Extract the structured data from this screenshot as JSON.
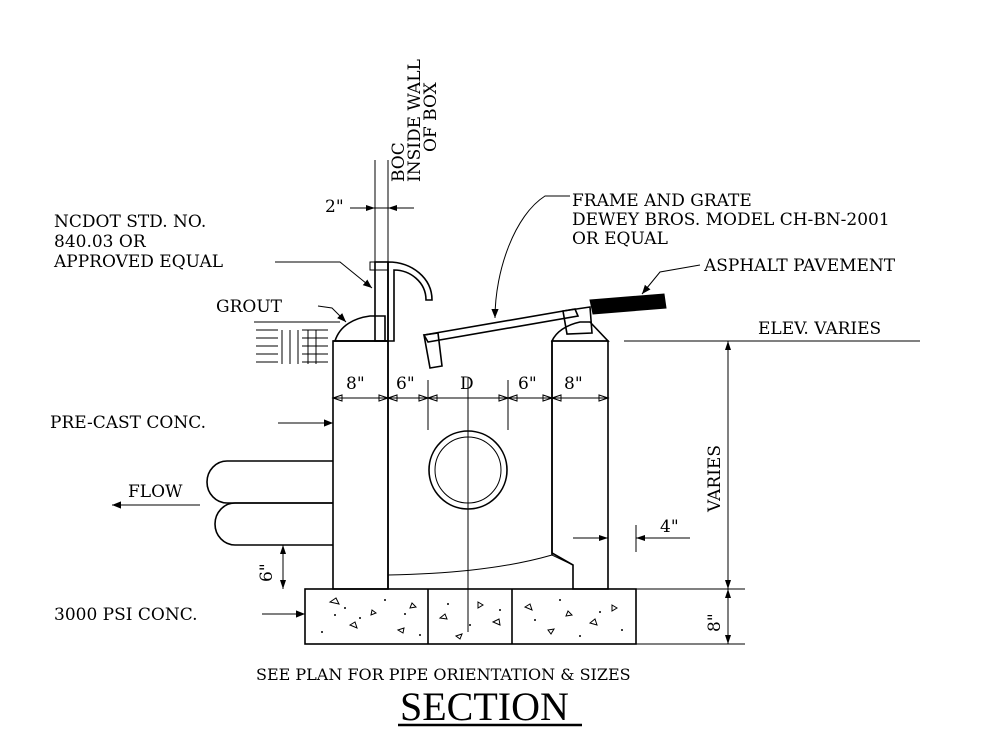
{
  "labels": {
    "boc": "BOC",
    "inside_wall": "INSIDE WALL",
    "of_box": "OF BOX",
    "curb_offset": "2\"",
    "ncdot_line1": "NCDOT STD. NO.",
    "ncdot_line2": "840.03 OR",
    "ncdot_line3": "APPROVED EQUAL",
    "grout": "GROUT",
    "frame_line1": "FRAME AND GRATE",
    "frame_line2": "DEWEY BROS. MODEL CH-BN-2001",
    "frame_line3": "OR EQUAL",
    "asphalt": "ASPHALT PAVEMENT",
    "elev": "ELEV. VARIES",
    "dim_wall_left": "8\"",
    "dim_gap_left": "6\"",
    "dim_pipe": "D",
    "dim_gap_right": "6\"",
    "dim_wall_right": "8\"",
    "precast": "PRE-CAST CONC.",
    "flow": "FLOW",
    "varies": "VARIES",
    "dim_thin_wall": "4\"",
    "dim_pipe_height": "6\"",
    "conc": "3000 PSI CONC.",
    "dim_base": "8\"",
    "note": "SEE PLAN FOR PIPE ORIENTATION & SIZES",
    "title": "SECTION"
  }
}
